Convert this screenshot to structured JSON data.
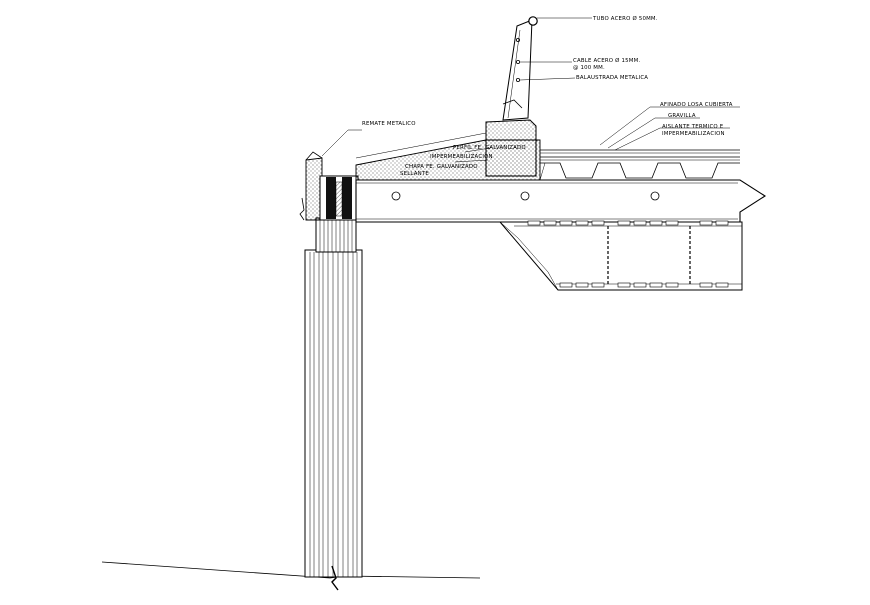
{
  "labels": {
    "tubo": "TUBO ACERO Ø 50MM.",
    "cable1": "CABLE ACERO Ø 15MM.",
    "cable2": "@ 100 MM.",
    "balaustrada": "BALAUSTRADA METALICA",
    "afinado": "AFINADO LOSA CUBIERTA",
    "gravilla": "GRAVILLA",
    "aislante1": "AISLANTE TERMICO E",
    "aislante2": "IMPERMEABILIZACION",
    "remate": "REMATE METALICO",
    "perfil": "PERFIL FE. GALVANIZADO",
    "impermeab": "IMPERMEABILIZACION",
    "chapa": "CHAPA FE. GALVANIZADO",
    "sellante": "SELLANTE"
  },
  "colors": {
    "ink": "#000000",
    "paper": "#ffffff",
    "hatch": "#555555"
  }
}
